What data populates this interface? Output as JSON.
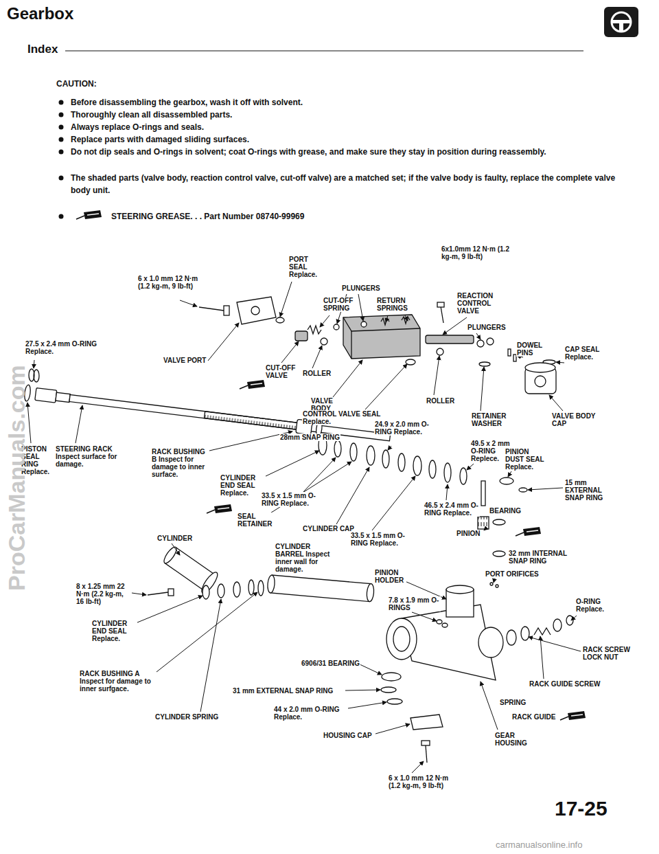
{
  "diagram": {
    "title": "Gearbox",
    "labels": [
      "Index",
      "CAUTION:",
      "Before disassembling the gearbox, wash it off with solvent.",
      "Thoroughly clean all disassembled parts.",
      "Always replace O-rings and seals.",
      "Replace parts with damaged sliding surfaces.",
      "Do not dip seals and O-rings in solvent; coat O-rings with grease, and make sure they stay in position during reassembly.",
      "The shaded parts (valve body, reaction control valve, cut-off valve) are a matched set; if the valve body is faulty, replace the complete valve body unit.",
      "STEERING GREASE. . . Part Number 08740-99969",
      "6x1.0mm 12 N·m (1.2 kg-m, 9 lb-ft)",
      "PORT SEAL Replace.",
      "6 x 1.0 mm 12 N·m (1.2 kg-m, 9 lb-ft)",
      "PLUNGERS",
      "CUT-OFF SPRING",
      "RETURN SPRINGS",
      "REACTION CONTROL VALVE",
      "PLUNGERS",
      "27.5 x 2.4 mm O-RING Replace.",
      "VALVE PORT",
      "CUT-OFF VALVE",
      "ROLLER",
      "DOWEL PINS",
      "CAP SEAL Replace.",
      "VALVE BODY",
      "ROLLER",
      "CONTROL VALVE SEAL Replace.",
      "RETAINER WASHER",
      "VALVE BODY CAP",
      "24.9 x 2.0 mm O-RING Replace.",
      "28mm SNAP RING",
      "PISTON SEAL RING Replace.",
      "STEERING RACK Inspect surface for damage.",
      "RACK BUSHING B Inspect for damage to inner surface.",
      "49.5 x 2 mm O-RING Replece.",
      "PINION DUST SEAL Replace.",
      "CYLINDER END SEAL Replace.",
      "33.5 x 1.5 mm O-RING Replace.",
      "15 mm EXTERNAL SNAP RING",
      "46.5 x 2.4 mm O-RING Replace.",
      "BEARING",
      "SEAL RETAINER",
      "CYLINDER CAP",
      "PINION",
      "CYLINDER",
      "33.5 x 1.5 mm O-RING Replace.",
      "CYLINDER BARREL Inspect inner wall for damage.",
      "32 mm INTERNAL SNAP RING",
      "PINION HOLDER",
      "PORT ORIFICES",
      "8 x 1.25 mm 22 N·m (2.2 kg-m, 16 lb-ft)",
      "7.8 x 1.9 mm O-RINGS",
      "O-RING Replace.",
      "CYLINDER END SEAL Replace.",
      "RACK SCREW LOCK NUT",
      "6906/31 BEARING",
      "RACK BUSHING A Inspect for damage to inner surfgace.",
      "RACK GUIDE SCREW",
      "31 mm EXTERNAL SNAP RING",
      "SPRING",
      "44 x 2.0 mm O-RING Replace.",
      "CYLINDER SPRING",
      "RACK GUIDE",
      "HOUSING CAP",
      "GEAR HOUSING",
      "6 x 1.0 mm 12 N·m (1.2 kg-m, 9 lb-ft)",
      "17-25",
      "ProCarManuals.com",
      "carmanualsonline.info"
    ]
  }
}
